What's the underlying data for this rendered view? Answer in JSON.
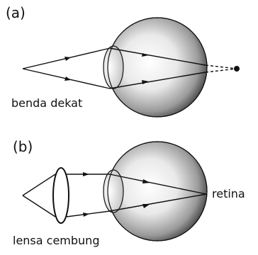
{
  "panels": [
    {
      "label": "(a)",
      "caption": "benda dekat"
    },
    {
      "label": "(b)",
      "caption": "lensa cembung",
      "side_label": "retina"
    }
  ],
  "colors": {
    "line": "#111111",
    "eye_light": "#ffffff",
    "eye_dark": "#3a3a3a"
  }
}
